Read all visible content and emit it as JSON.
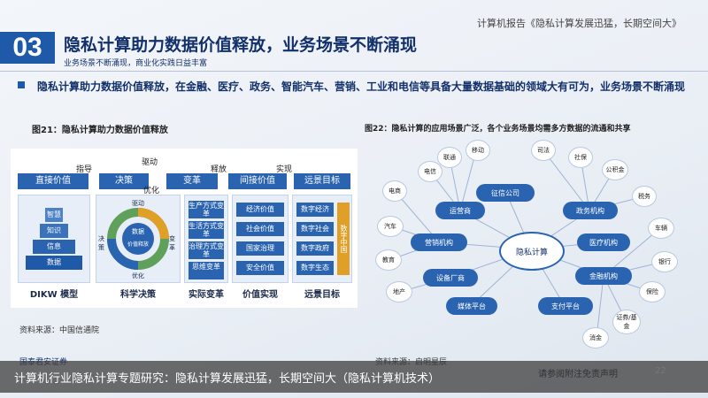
{
  "header": {
    "report_ref": "计算机报告《隐私计算发展迅猛，长期空间大》",
    "section_number": "03",
    "title": "隐私计算助力数据价值释放，业务场景不断涌现",
    "subtitle": "业务场景不断涌现，商业化实践日益丰富"
  },
  "bullet": {
    "text": "隐私计算助力数据价值释放，在金融、医疗、政务、智能汽车、营销、工业和电信等具备大量数据基础的领域大有可为，业务场景不断涌现"
  },
  "fig21": {
    "title": "图21：隐私计算助力数据价值释放",
    "stages": [
      "直接价值",
      "决策",
      "变革",
      "间接价值",
      "远景目标"
    ],
    "arrows": [
      "指导",
      "驱动",
      "优化",
      "释放",
      "实现"
    ],
    "pyramid": [
      "智慧",
      "知识",
      "信息",
      "数据"
    ],
    "cycle": {
      "center": "数据",
      "inner": "价值释放",
      "labels": [
        "驱动",
        "决策",
        "变革",
        "优化"
      ]
    },
    "changes": [
      "生产方式变革",
      "生活方式变革",
      "治理方式变革",
      "思维变革"
    ],
    "values": [
      "经济价值",
      "社会价值",
      "国家治理",
      "安全价值"
    ],
    "goals": [
      "数字经济",
      "数字社会",
      "数字政府",
      "数字生态"
    ],
    "vertical_goal": "数字中国",
    "col_labels": [
      "DIKW 模型",
      "科学决策",
      "实际变革",
      "价值实现",
      "远景目标"
    ],
    "source": "资料来源：中国信通院"
  },
  "fig22": {
    "title": "图22：隐私计算的应用场景广泛，各个业务场景均需多方数据的流通和共享",
    "center": "隐私计算",
    "pills": [
      "征信公司",
      "运营商",
      "政务机构",
      "营销机构",
      "医疗机构",
      "设备厂商",
      "金融机构",
      "媒体平台",
      "支付平台"
    ],
    "satellites": [
      "联通",
      "移动",
      "电信",
      "司法",
      "社保",
      "公积金",
      "电商",
      "税务",
      "汽车",
      "车辆",
      "教育",
      "银行",
      "地产",
      "保险",
      "证券/基金",
      "消金"
    ],
    "source": "资料来源：启明星辰"
  },
  "footer": {
    "caption": "计算机行业隐私计算专题研究：隐私计算发展迅猛，长期空间大（隐私计算机技术）",
    "logo_text": "国泰君安证券",
    "disclaimer": "请参阅附注免责声明",
    "page": "22"
  }
}
